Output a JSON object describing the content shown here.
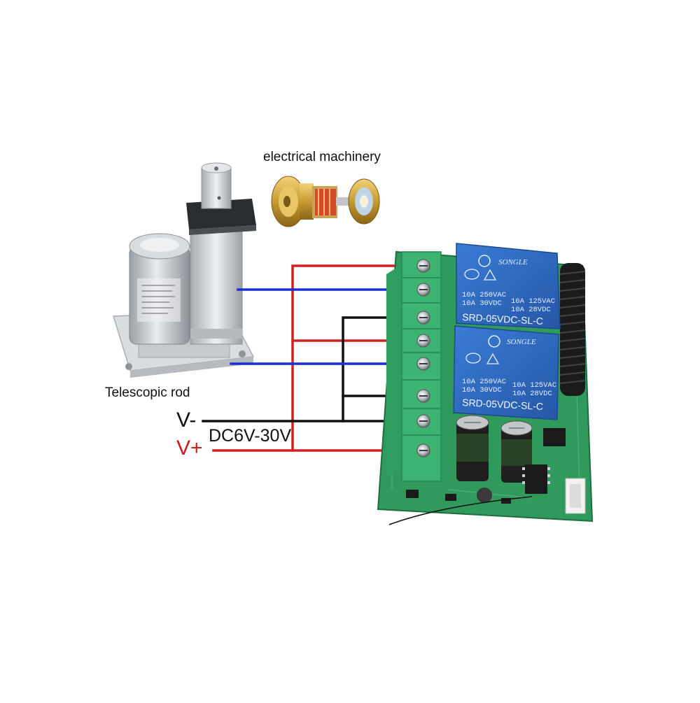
{
  "labels": {
    "motor": "electrical machinery",
    "actuator": "Telescopic rod",
    "v_minus": "V-",
    "v_plus": "V+",
    "supply": "DC6V-30V"
  },
  "relays": [
    {
      "brand": "SONGLE",
      "rating_left": [
        "10A 250VAC",
        "10A 30VDC"
      ],
      "rating_right": [
        "10A 125VAC",
        "10A 28VDC"
      ],
      "model": "SRD-05VDC-SL-C"
    },
    {
      "brand": "SONGLE",
      "rating_left": [
        "10A 250VAC",
        "10A 30VDC"
      ],
      "rating_right": [
        "10A 125VAC",
        "10A 28VDC"
      ],
      "model": "SRD-05VDC-SL-C"
    }
  ],
  "colors": {
    "wire_positive": "#d42020",
    "wire_negative": "#111111",
    "wire_motor": "#1a2fd6",
    "label_positive": "#c81e1e",
    "pcb": "#2f9a5c",
    "terminal_block": "#3cb371",
    "relay": "#2f6bc4"
  }
}
